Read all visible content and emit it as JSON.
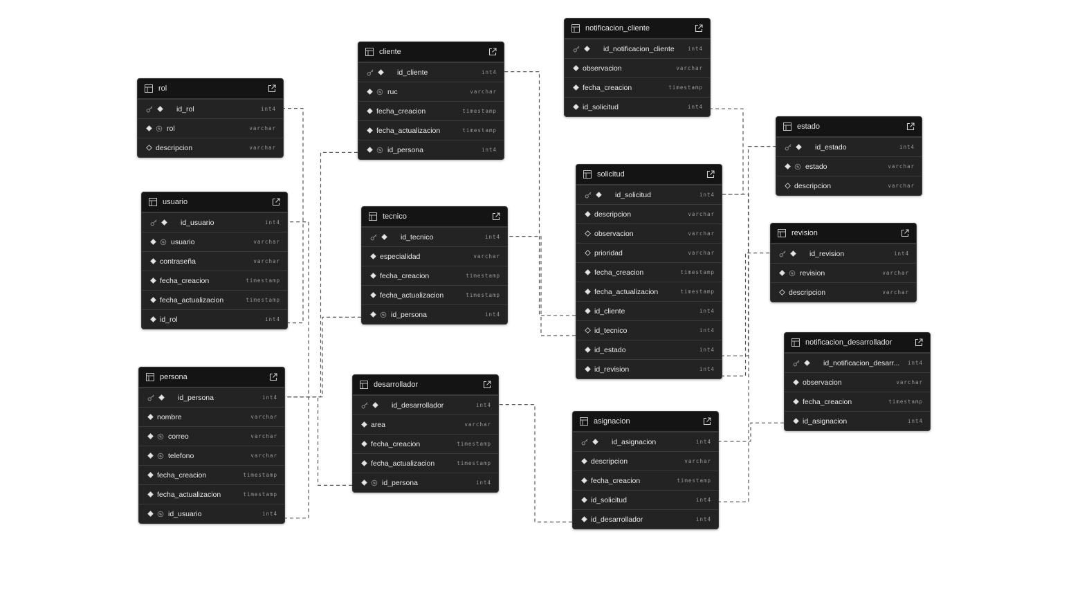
{
  "tables": [
    {
      "id": "rol",
      "name": "rol",
      "columns": [
        {
          "name": "id_rol",
          "type": "int4",
          "pk": true,
          "notnull": true
        },
        {
          "name": "rol",
          "type": "varchar",
          "notnull": true,
          "unique": true
        },
        {
          "name": "descripcion",
          "type": "varchar",
          "notnull": false
        }
      ]
    },
    {
      "id": "usuario",
      "name": "usuario",
      "columns": [
        {
          "name": "id_usuario",
          "type": "int4",
          "pk": true,
          "notnull": true
        },
        {
          "name": "usuario",
          "type": "varchar",
          "notnull": true,
          "unique": true
        },
        {
          "name": "contraseña",
          "type": "varchar",
          "notnull": true
        },
        {
          "name": "fecha_creacion",
          "type": "timestamp",
          "notnull": true
        },
        {
          "name": "fecha_actualizacion",
          "type": "timestamp",
          "notnull": true
        },
        {
          "name": "id_rol",
          "type": "int4",
          "notnull": true
        }
      ]
    },
    {
      "id": "persona",
      "name": "persona",
      "columns": [
        {
          "name": "id_persona",
          "type": "int4",
          "pk": true,
          "notnull": true
        },
        {
          "name": "nombre",
          "type": "varchar",
          "notnull": true
        },
        {
          "name": "correo",
          "type": "varchar",
          "notnull": true,
          "unique": true
        },
        {
          "name": "telefono",
          "type": "varchar",
          "notnull": true,
          "unique": true
        },
        {
          "name": "fecha_creacion",
          "type": "timestamp",
          "notnull": true
        },
        {
          "name": "fecha_actualizacion",
          "type": "timestamp",
          "notnull": true
        },
        {
          "name": "id_usuario",
          "type": "int4",
          "notnull": true,
          "unique": true
        }
      ]
    },
    {
      "id": "cliente",
      "name": "cliente",
      "columns": [
        {
          "name": "id_cliente",
          "type": "int4",
          "pk": true,
          "notnull": true
        },
        {
          "name": "ruc",
          "type": "varchar",
          "notnull": true,
          "unique": true
        },
        {
          "name": "fecha_creacion",
          "type": "timestamp",
          "notnull": true
        },
        {
          "name": "fecha_actualizacion",
          "type": "timestamp",
          "notnull": true
        },
        {
          "name": "id_persona",
          "type": "int4",
          "notnull": true,
          "unique": true
        }
      ]
    },
    {
      "id": "tecnico",
      "name": "tecnico",
      "columns": [
        {
          "name": "id_tecnico",
          "type": "int4",
          "pk": true,
          "notnull": true
        },
        {
          "name": "especialidad",
          "type": "varchar",
          "notnull": true
        },
        {
          "name": "fecha_creacion",
          "type": "timestamp",
          "notnull": true
        },
        {
          "name": "fecha_actualizacion",
          "type": "timestamp",
          "notnull": true
        },
        {
          "name": "id_persona",
          "type": "int4",
          "notnull": true,
          "unique": true
        }
      ]
    },
    {
      "id": "desarrollador",
      "name": "desarrollador",
      "columns": [
        {
          "name": "id_desarrollador",
          "type": "int4",
          "pk": true,
          "notnull": true
        },
        {
          "name": "area",
          "type": "varchar",
          "notnull": true
        },
        {
          "name": "fecha_creacion",
          "type": "timestamp",
          "notnull": true
        },
        {
          "name": "fecha_actualizacion",
          "type": "timestamp",
          "notnull": true
        },
        {
          "name": "id_persona",
          "type": "int4",
          "notnull": true,
          "unique": true
        }
      ]
    },
    {
      "id": "notificacion_cliente",
      "name": "notificacion_cliente",
      "columns": [
        {
          "name": "id_notificacion_cliente",
          "type": "int4",
          "pk": true,
          "notnull": true
        },
        {
          "name": "observacion",
          "type": "varchar",
          "notnull": true
        },
        {
          "name": "fecha_creacion",
          "type": "timestamp",
          "notnull": true
        },
        {
          "name": "id_solicitud",
          "type": "int4",
          "notnull": true
        }
      ]
    },
    {
      "id": "solicitud",
      "name": "solicitud",
      "columns": [
        {
          "name": "id_solicitud",
          "type": "int4",
          "pk": true,
          "notnull": true
        },
        {
          "name": "descripcion",
          "type": "varchar",
          "notnull": true
        },
        {
          "name": "observacion",
          "type": "varchar",
          "notnull": false
        },
        {
          "name": "prioridad",
          "type": "varchar",
          "notnull": false
        },
        {
          "name": "fecha_creacion",
          "type": "timestamp",
          "notnull": true
        },
        {
          "name": "fecha_actualizacion",
          "type": "timestamp",
          "notnull": true
        },
        {
          "name": "id_cliente",
          "type": "int4",
          "notnull": true
        },
        {
          "name": "id_tecnico",
          "type": "int4",
          "notnull": false
        },
        {
          "name": "id_estado",
          "type": "int4",
          "notnull": true
        },
        {
          "name": "id_revision",
          "type": "int4",
          "notnull": true
        }
      ]
    },
    {
      "id": "asignacion",
      "name": "asignacion",
      "columns": [
        {
          "name": "id_asignacion",
          "type": "int4",
          "pk": true,
          "notnull": true
        },
        {
          "name": "descripcion",
          "type": "varchar",
          "notnull": true
        },
        {
          "name": "fecha_creacion",
          "type": "timestamp",
          "notnull": true
        },
        {
          "name": "id_solicitud",
          "type": "int4",
          "notnull": true
        },
        {
          "name": "id_desarrollador",
          "type": "int4",
          "notnull": true
        }
      ]
    },
    {
      "id": "estado",
      "name": "estado",
      "columns": [
        {
          "name": "id_estado",
          "type": "int4",
          "pk": true,
          "notnull": true
        },
        {
          "name": "estado",
          "type": "varchar",
          "notnull": true,
          "unique": true
        },
        {
          "name": "descripcion",
          "type": "varchar",
          "notnull": false
        }
      ]
    },
    {
      "id": "revision",
      "name": "revision",
      "columns": [
        {
          "name": "id_revision",
          "type": "int4",
          "pk": true,
          "notnull": true
        },
        {
          "name": "revision",
          "type": "varchar",
          "notnull": true,
          "unique": true
        },
        {
          "name": "descripcion",
          "type": "varchar",
          "notnull": false
        }
      ]
    },
    {
      "id": "notificacion_desarrollador",
      "name": "notificacion_desarrollador",
      "columns": [
        {
          "name": "id_notificacion_desarr...",
          "type": "int4",
          "pk": true,
          "notnull": true
        },
        {
          "name": "observacion",
          "type": "varchar",
          "notnull": true
        },
        {
          "name": "fecha_creacion",
          "type": "timestamp",
          "notnull": true
        },
        {
          "name": "id_asignacion",
          "type": "int4",
          "notnull": true
        }
      ]
    }
  ],
  "relations": [
    {
      "from": "usuario.id_rol",
      "to": "rol.id_rol"
    },
    {
      "from": "persona.id_usuario",
      "to": "usuario.id_usuario"
    },
    {
      "from": "cliente.id_persona",
      "to": "persona.id_persona"
    },
    {
      "from": "tecnico.id_persona",
      "to": "persona.id_persona"
    },
    {
      "from": "desarrollador.id_persona",
      "to": "persona.id_persona"
    },
    {
      "from": "solicitud.id_cliente",
      "to": "cliente.id_cliente"
    },
    {
      "from": "solicitud.id_tecnico",
      "to": "tecnico.id_tecnico"
    },
    {
      "from": "solicitud.id_estado",
      "to": "estado.id_estado"
    },
    {
      "from": "solicitud.id_revision",
      "to": "revision.id_revision"
    },
    {
      "from": "notificacion_cliente.id_solicitud",
      "to": "solicitud.id_solicitud"
    },
    {
      "from": "asignacion.id_solicitud",
      "to": "solicitud.id_solicitud"
    },
    {
      "from": "asignacion.id_desarrollador",
      "to": "desarrollador.id_desarrollador"
    },
    {
      "from": "notificacion_desarrollador.id_asignacion",
      "to": "asignacion.id_asignacion"
    }
  ],
  "colors": {
    "canvas": "#ffffff",
    "table_bg": "#232323",
    "header_bg": "#141414",
    "border": "#3a3a3a",
    "text": "#e8e8e8",
    "type_text": "#9a9a9a",
    "edge": "#555555"
  }
}
